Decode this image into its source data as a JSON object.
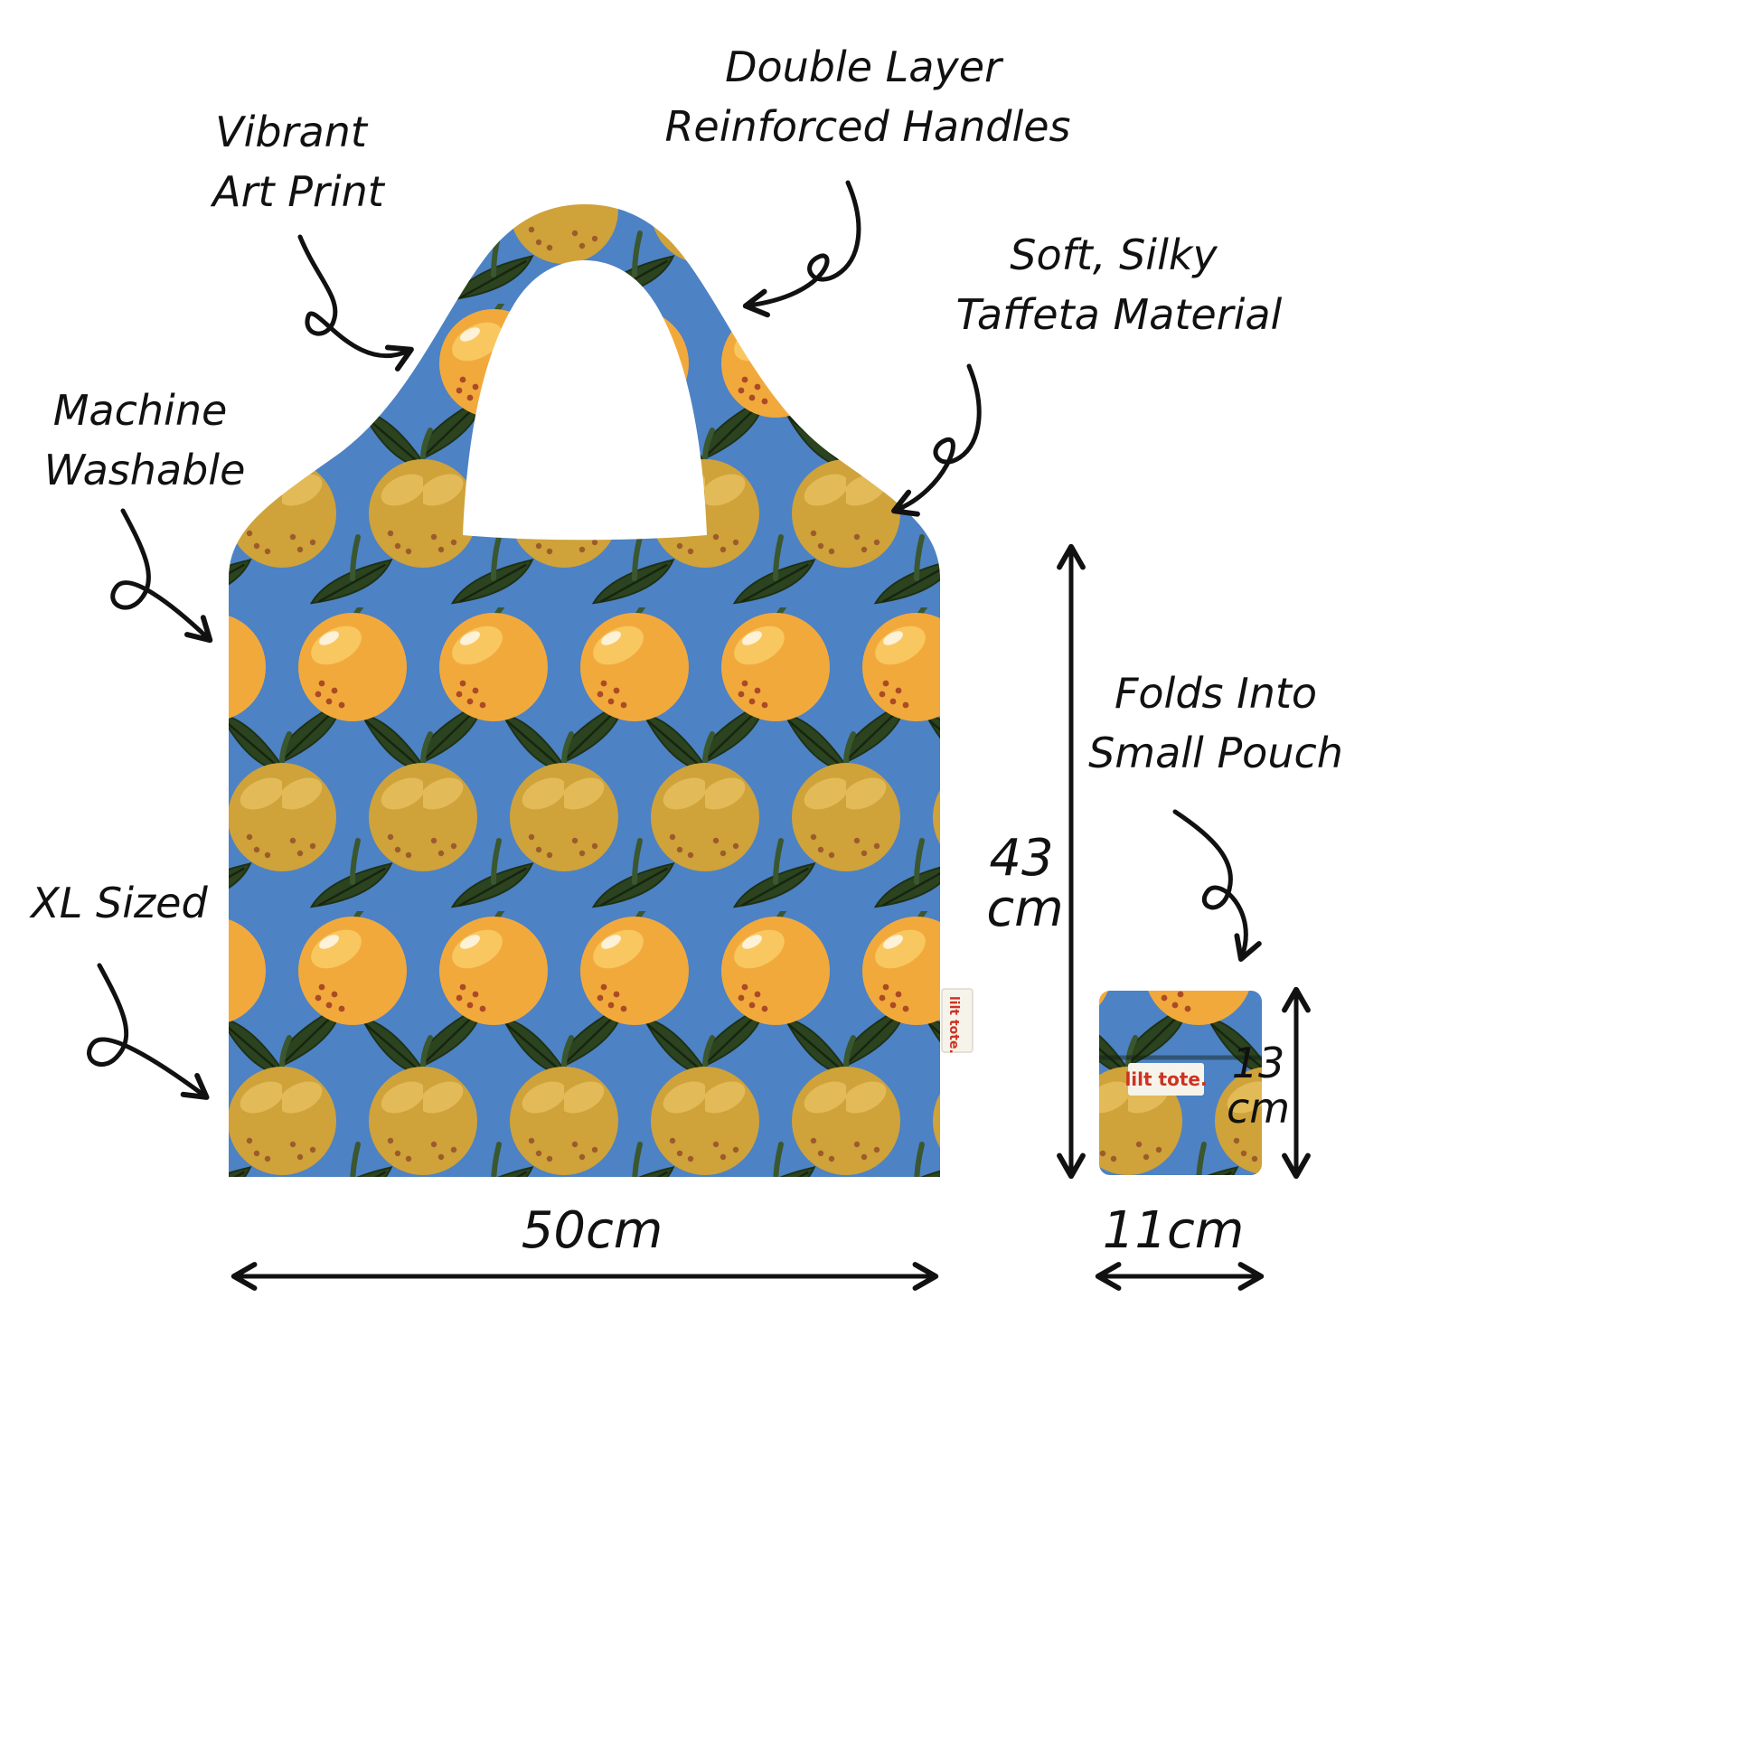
{
  "annotations": {
    "vibrant_art_print": {
      "line1": "Vibrant",
      "line2": "Art Print"
    },
    "double_layer_handles": {
      "line1": "Double Layer",
      "line2": "Reinforced Handles"
    },
    "taffeta_material": {
      "line1": "Soft, Silky",
      "line2": "Taffeta Material"
    },
    "machine_washable": {
      "line1": "Machine",
      "line2": "Washable"
    },
    "xl_sized": {
      "line1": "XL Sized"
    },
    "folds_small_pouch": {
      "line1": "Folds Into",
      "line2": "Small Pouch"
    }
  },
  "dimensions": {
    "bag_width": "50cm",
    "bag_height_value": "43",
    "bag_height_unit": "cm",
    "pouch_width": "11cm",
    "pouch_height_value": "13",
    "pouch_height_unit": "cm"
  },
  "brand": {
    "label": "lilt tote."
  },
  "product": {
    "type": "reusable tote bag",
    "pattern": "oranges with dark green leaves on blue"
  },
  "colors": {
    "background": "#ffffff",
    "bag_blue": "#4d82c4",
    "orange_bright": "#f2a93c",
    "orange_dull": "#cfa23a",
    "leaf_green": "#2b431f",
    "ink": "#111111",
    "brand_red": "#cc3322"
  }
}
